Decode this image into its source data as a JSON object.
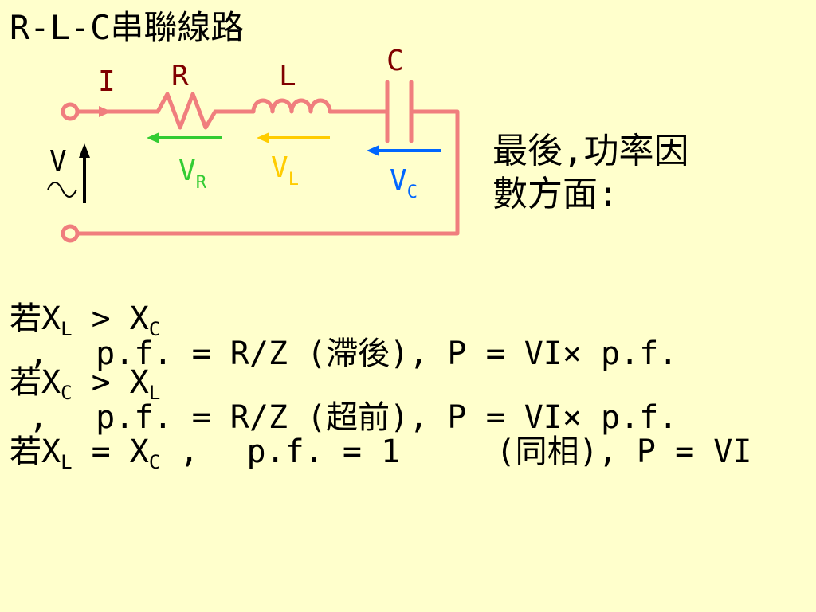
{
  "slide": {
    "title": "R-L-C串聯線路",
    "note": "最後,功率因數方面:"
  },
  "circuit": {
    "labels": {
      "current": "I",
      "resistor": "R",
      "inductor": "L",
      "capacitor": "C",
      "source_main": "V",
      "vr_main": "V",
      "vr_sub": "R",
      "vl_main": "V",
      "vl_sub": "L",
      "vc_main": "V",
      "vc_sub": "C"
    },
    "colors": {
      "wire": "#f07e7e",
      "label": "#800000",
      "vr": "#33cc33",
      "vl": "#ffcc00",
      "vc": "#0066ff"
    }
  },
  "conditions": [
    {
      "prefix": "若",
      "a_main": "X",
      "a_sub": "L",
      "op": " > ",
      "b_main": "X",
      "b_sub": "C",
      "sep": " ,",
      "rest": "p.f. = R/Z (滯後), P = VI× p.f."
    },
    {
      "prefix": "若",
      "a_main": "X",
      "a_sub": "C",
      "op": " > ",
      "b_main": "X",
      "b_sub": "L",
      "sep": " ,",
      "rest": "p.f. = R/Z (超前), P = VI× p.f."
    },
    {
      "prefix": "若",
      "a_main": "X",
      "a_sub": "L",
      "op": " = ",
      "b_main": "X",
      "b_sub": "C",
      "sep": " ,",
      "rest": "p.f. = 1     (同相), P = VI"
    }
  ]
}
